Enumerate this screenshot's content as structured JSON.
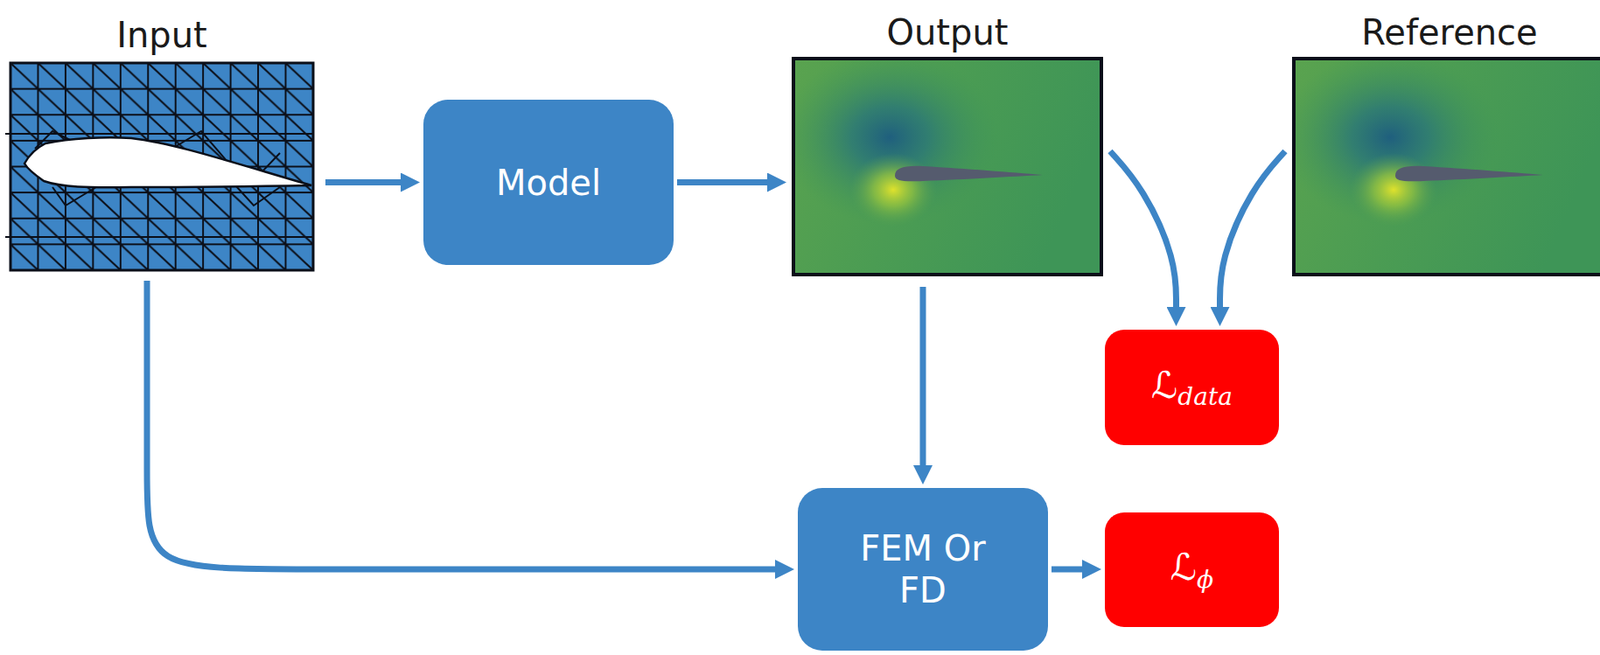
{
  "diagram": {
    "nodes": [
      {
        "text": [
          "Input"
        ]
      },
      {
        "text": [
          "Model"
        ]
      },
      {
        "text": [
          "Output"
        ]
      },
      {
        "text": [
          "Reference"
        ]
      },
      {
        "text": [
          "ℒ",
          "data"
        ]
      },
      {
        "text": [
          "FEM Or FD"
        ]
      },
      {
        "text": [
          "ℒ",
          "ϕ"
        ]
      }
    ],
    "edges": [
      {
        "from": 0,
        "to": 1,
        "arrow": "to"
      },
      {
        "from": 1,
        "to": 2,
        "arrow": "to"
      },
      {
        "from": 2,
        "to": 4,
        "arrow": "to"
      },
      {
        "from": 3,
        "to": 4,
        "arrow": "to"
      },
      {
        "from": 2,
        "to": 5,
        "arrow": "to"
      },
      {
        "from": 0,
        "to": 5,
        "arrow": "to"
      },
      {
        "from": 5,
        "to": 6,
        "arrow": "to"
      }
    ]
  }
}
